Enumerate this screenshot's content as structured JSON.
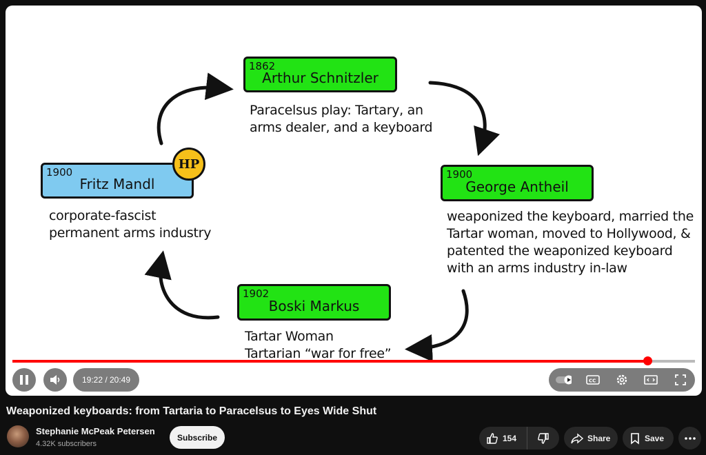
{
  "slide": {
    "nodes": [
      {
        "id": "schnitzler",
        "year": "1862",
        "name": "Arthur Schnitzler",
        "desc": [
          "Paracelsus play: Tartary, an",
          "arms dealer, and a keyboard"
        ]
      },
      {
        "id": "antheil",
        "year": "1900",
        "name": "George Antheil",
        "desc": [
          "weaponized the keyboard, married the",
          "Tartar woman, moved to Hollywood, &",
          "patented the weaponized keyboard",
          "with an arms industry in-law"
        ]
      },
      {
        "id": "markus",
        "year": "1902",
        "name": "Boski Markus",
        "desc": [
          "Tartar Woman",
          "Tartarian “war for free”"
        ]
      },
      {
        "id": "mandl",
        "year": "1900",
        "name": "Fritz Mandl",
        "desc": [
          "corporate-fascist",
          "permanent arms industry"
        ]
      }
    ],
    "logo_text": "HP",
    "colors": {
      "green": "#22e314",
      "blue": "#7fcaf0",
      "logo": "#f6c01a"
    }
  },
  "player": {
    "time_label": "19:22 / 20:49",
    "progress_fraction": 0.93,
    "icons": [
      "pause-icon",
      "volume-icon",
      "autoplay-toggle-icon",
      "captions-icon",
      "settings-gear-icon",
      "miniplayer-icon",
      "fullscreen-icon"
    ]
  },
  "video": {
    "title": "Weaponized keyboards: from Tartaria to Paracelsus to Eyes Wide Shut",
    "channel": "Stephanie McPeak Petersen",
    "subscribers": "4.32K subscribers",
    "subscribe_label": "Subscribe",
    "likes": "154",
    "share_label": "Share",
    "save_label": "Save"
  }
}
